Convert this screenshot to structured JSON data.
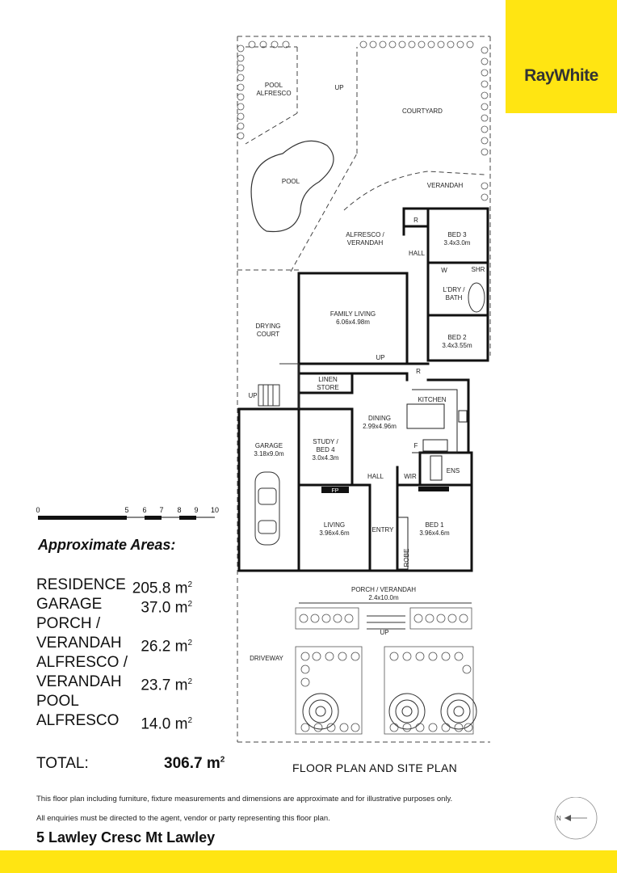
{
  "brand": {
    "name": "RayWhite",
    "accent": "#ffe512"
  },
  "rooms": {
    "pool_alfresco": [
      "POOL",
      "ALFRESCO"
    ],
    "up_top": "UP",
    "courtyard": "COURTYARD",
    "pool": "POOL",
    "verandah": "VERANDAH",
    "alfresco": [
      "ALFRESCO /",
      "VERANDAH"
    ],
    "r1": "R",
    "r2": "R",
    "bed3": [
      "BED 3",
      "3.4x3.0m"
    ],
    "hall_top": "HALL",
    "w": "W",
    "shr": "SHR",
    "laundry": [
      "L'DRY /",
      "BATH"
    ],
    "family": [
      "FAMILY LIVING",
      "6.06x4.98m"
    ],
    "drying": [
      "DRYING",
      "COURT"
    ],
    "bed2": [
      "BED 2",
      "3.4x3.55m"
    ],
    "up_family": "UP",
    "linen": [
      "LINEN",
      "STORE"
    ],
    "kitchen": "KITCHEN",
    "up_side": "UP",
    "dining": [
      "DINING",
      "2.99x4.96m"
    ],
    "garage": [
      "GARAGE",
      "3.18x9.0m"
    ],
    "study": [
      "STUDY /",
      "BED 4",
      "3.0x4.3m"
    ],
    "f": "F",
    "ens": "ENS",
    "hall": "HALL",
    "wir": "WIR",
    "fp": "FP",
    "entry": "ENTRY",
    "living": [
      "LIVING",
      "3.96x4.6m"
    ],
    "bed1": [
      "BED 1",
      "3.96x4.6m"
    ],
    "robe": "ROBE",
    "porch": [
      "PORCH / VERANDAH",
      "2.4x10.0m"
    ],
    "up_front": "UP",
    "driveway": "DRIVEWAY"
  },
  "scale": {
    "ticks": [
      "0",
      "5",
      "6",
      "7",
      "8",
      "9",
      "10"
    ]
  },
  "areas": {
    "title": "Approximate Areas:",
    "unit": "m",
    "rows": [
      {
        "label": [
          "RESIDENCE"
        ],
        "value": "205.8"
      },
      {
        "label": [
          "GARAGE"
        ],
        "value": "37.0"
      },
      {
        "label": [
          "PORCH /",
          "VERANDAH"
        ],
        "value": "26.2"
      },
      {
        "label": [
          "ALFRESCO /",
          "VERANDAH"
        ],
        "value": "23.7"
      },
      {
        "label": [
          "POOL",
          "ALFRESCO"
        ],
        "value": "14.0"
      }
    ],
    "total_label": "TOTAL:",
    "total_value": "306.7"
  },
  "caption": "FLOOR PLAN AND SITE PLAN",
  "disclaimer_1": "This floor plan including furniture, fixture measurements and dimensions are approximate and for illustrative purposes only.",
  "disclaimer_2": "All enquiries must be directed to the agent, vendor or party representing this floor plan.",
  "address": "5 Lawley Cresc Mt Lawley",
  "compass": {
    "label": "N"
  }
}
